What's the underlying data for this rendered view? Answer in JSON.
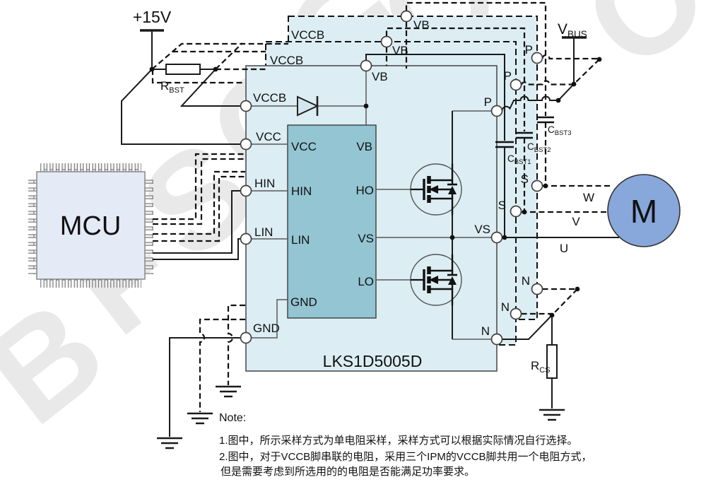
{
  "part_label": "LKS1D5005D",
  "mcu_label": "MCU",
  "motor_label": "M",
  "supply": {
    "v15": "+15V",
    "vbus_main": "V",
    "vbus_sub": "BUS"
  },
  "resistors": {
    "rbst_main": "R",
    "rbst_sub": "BST",
    "rcs_main": "R",
    "rcs_sub": "CS"
  },
  "capacitors": {
    "c1_main": "C",
    "c1_sub": "BST1",
    "c2_main": "C",
    "c2_sub": "BST2",
    "c3_main": "C",
    "c3_sub": "BST3"
  },
  "ipm_front": {
    "vccb": "VCCB",
    "vcc": "VCC",
    "hin": "HIN",
    "lin": "LIN",
    "gnd": "GND",
    "vb": "VB",
    "p": "P",
    "vs": "VS",
    "n": "N"
  },
  "ipm_middle": {
    "vccb": "VCCB",
    "vb": "VB",
    "p": "P",
    "s": "S",
    "n": "N"
  },
  "ipm_back": {
    "vccb": "VCCB",
    "vb": "VB",
    "p": "P",
    "s": "S",
    "n": "N"
  },
  "driver": {
    "vcc": "VCC",
    "hin": "HIN",
    "lin": "LIN",
    "gnd": "GND",
    "vb": "VB",
    "ho": "HO",
    "vs": "VS",
    "lo": "LO"
  },
  "phases": {
    "w": "W",
    "v": "V",
    "u": "U"
  },
  "note": {
    "heading": "Note:",
    "line1": "1.图中，所示采样方式为单电阻采样，采样方式可以根据实际情况自行选择。",
    "line2": "2.图中，对于VCCB脚串联的电阻，采用三个IPM的VCCB脚共用一个电阻方式，",
    "line3": "但是需要考虑到所选用的的电阻是否能满足功率要求。"
  },
  "watermark": {
    "l1": "B",
    "l2": "F",
    "l3": "S",
    "l4": "C",
    "l5": "G",
    "l6": "C",
    "l7": "O"
  },
  "colors": {
    "ipm_fill": "#dcedf3",
    "driver_fill": "#93c5d3",
    "motor_fill": "#88a8dc",
    "mcu_fill": "#e4eaf6",
    "wire": "#1a1a1a"
  }
}
